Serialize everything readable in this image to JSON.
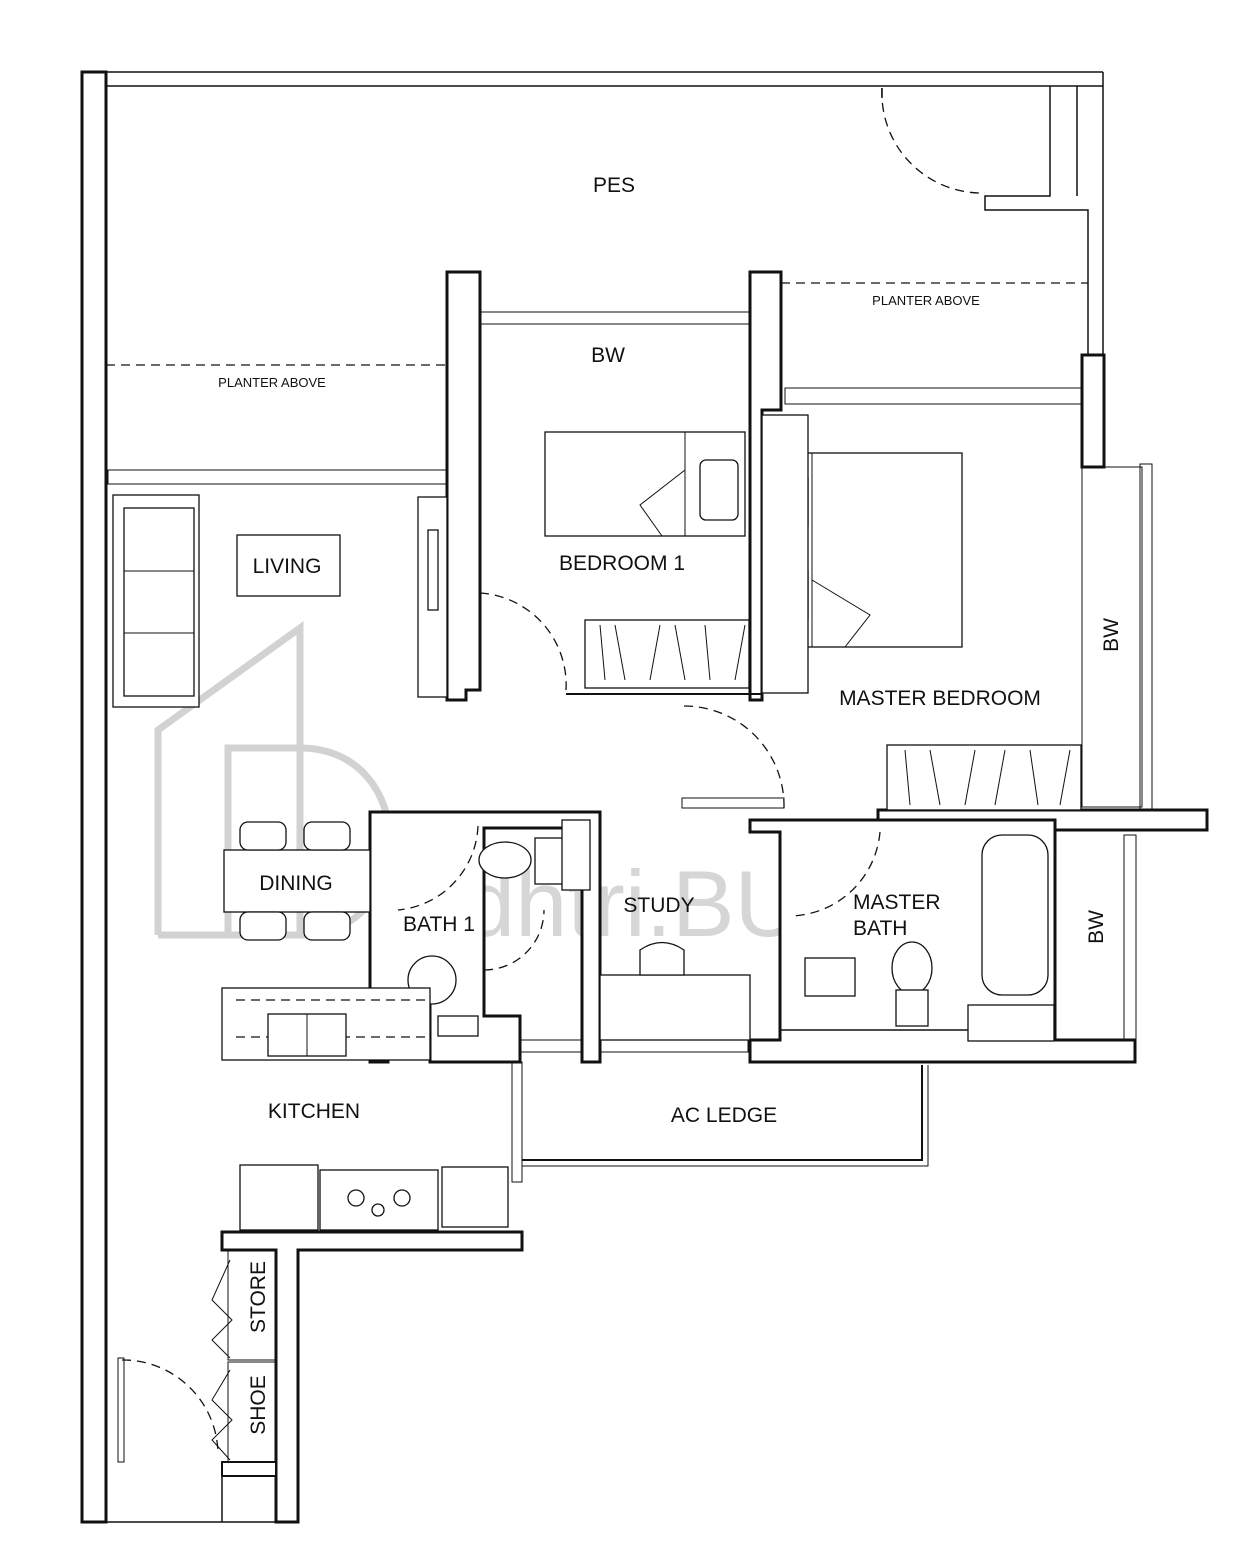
{
  "labels": {
    "pes": "PES",
    "planter_above_right": "PLANTER ABOVE",
    "planter_above_left": "PLANTER ABOVE",
    "bw_top": "BW",
    "bedroom_1": "BEDROOM 1",
    "living": "LIVING",
    "master_bedroom": "MASTER BEDROOM",
    "bw_right": "BW",
    "bw_master_bath": "BW",
    "dining": "DINING",
    "bath_1": "BATH 1",
    "study": "STUDY",
    "master_bath_line1": "MASTER",
    "master_bath_line2": "BATH",
    "kitchen": "KITCHEN",
    "ac_ledge": "AC LEDGE",
    "store": "STORE",
    "shoe": "SHOE"
  },
  "watermark": {
    "text": "Ddhtri.BUILD",
    "color": "#d6d6d6"
  },
  "colors": {
    "ink": "#111111",
    "background": "#ffffff"
  }
}
